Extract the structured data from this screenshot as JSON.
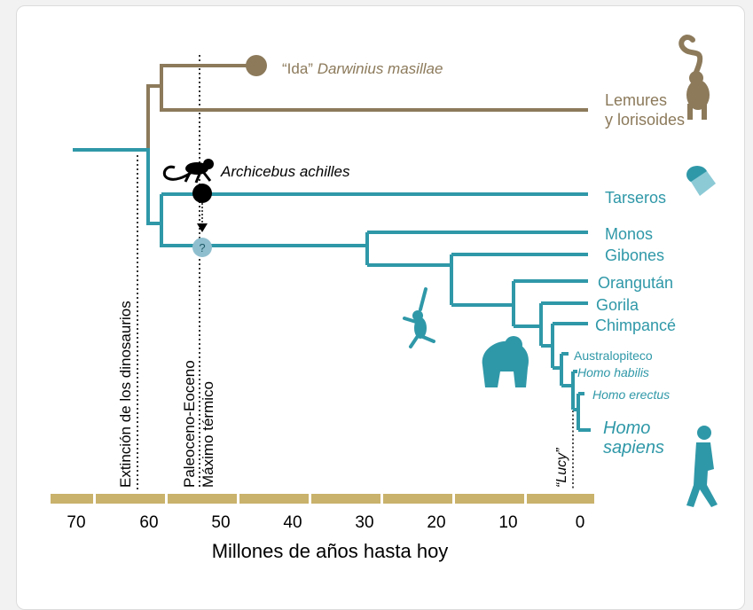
{
  "colors": {
    "primate": "#2f98a8",
    "lemur": "#8c7a5b",
    "axis": "#c9b26b",
    "ink": "#000000"
  },
  "axis": {
    "title": "Millones de años hasta hoy",
    "ticks": [
      "70",
      "60",
      "50",
      "40",
      "30",
      "20",
      "10",
      "0"
    ]
  },
  "events": {
    "dinosaur": "Extinción de los dinosaurios",
    "petm_line1": "Paleoceno-Eoceno",
    "petm_line2": "Máximo térmico",
    "lucy": "“Lucy”"
  },
  "taxa": {
    "ida_quote": "“Ida”",
    "ida_species": "Darwinius masillae",
    "lemurs_line1": "Lemures",
    "lemurs_line2": "y lorisoides",
    "archicebus": "Archicebus achilles",
    "tarsiers": "Tarseros",
    "monkeys": "Monos",
    "gibbons": "Gibones",
    "orangutan": "Orangután",
    "gorilla": "Gorila",
    "chimpanzee": "Chimpancé",
    "australopithecus": "Australopiteco",
    "homo_habilis": "Homo habilis",
    "homo_erectus": "Homo erectus",
    "homo_sapiens_line1": "Homo",
    "homo_sapiens_line2": "sapiens"
  },
  "unknown_marker": "?",
  "icons": [
    "lemur-icon",
    "tarsier-icon",
    "archicebus-icon",
    "gibbon-icon",
    "gorilla-icon",
    "human-icon"
  ]
}
